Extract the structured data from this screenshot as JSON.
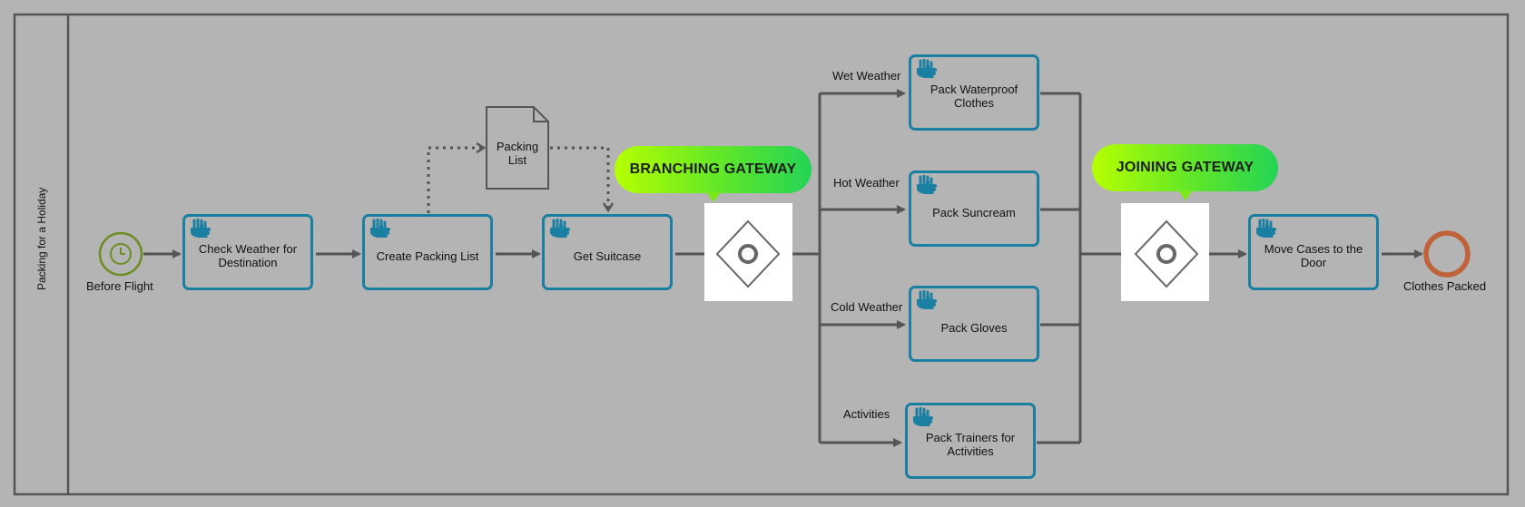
{
  "pool": {
    "title": "Packing for a Holiday"
  },
  "start_event": {
    "label": "Before Flight",
    "icon": "timer-icon",
    "color": "#6b8e23"
  },
  "end_event": {
    "label": "Clothes Packed",
    "color": "#c0623a"
  },
  "tasks": [
    {
      "id": "check-weather",
      "label": "Check Weather for Destination"
    },
    {
      "id": "create-packing-list",
      "label": "Create Packing List"
    },
    {
      "id": "get-suitcase",
      "label": "Get Suitcase"
    },
    {
      "id": "pack-waterproof",
      "label": "Pack Waterproof Clothes"
    },
    {
      "id": "pack-suncream",
      "label": "Pack Suncream"
    },
    {
      "id": "pack-gloves",
      "label": "Pack Gloves"
    },
    {
      "id": "pack-trainers",
      "label": "Pack Trainers for Activities"
    },
    {
      "id": "move-cases",
      "label": "Move Cases to the Door"
    }
  ],
  "data_object": {
    "label": "Packing List"
  },
  "branch_labels": {
    "wet": "Wet Weather",
    "hot": "Hot Weather",
    "cold": "Cold Weather",
    "activities": "Activities"
  },
  "callouts": {
    "branching": "BRANCHING GATEWAY",
    "joining": "JOINING GATEWAY"
  },
  "colors": {
    "background": "#b3b4b3",
    "task_border": "#1b7fa1",
    "hand_icon": "#1b7fa1",
    "flow_line": "#555555",
    "callout_start": "#b6ff00",
    "callout_end": "#24d455"
  }
}
